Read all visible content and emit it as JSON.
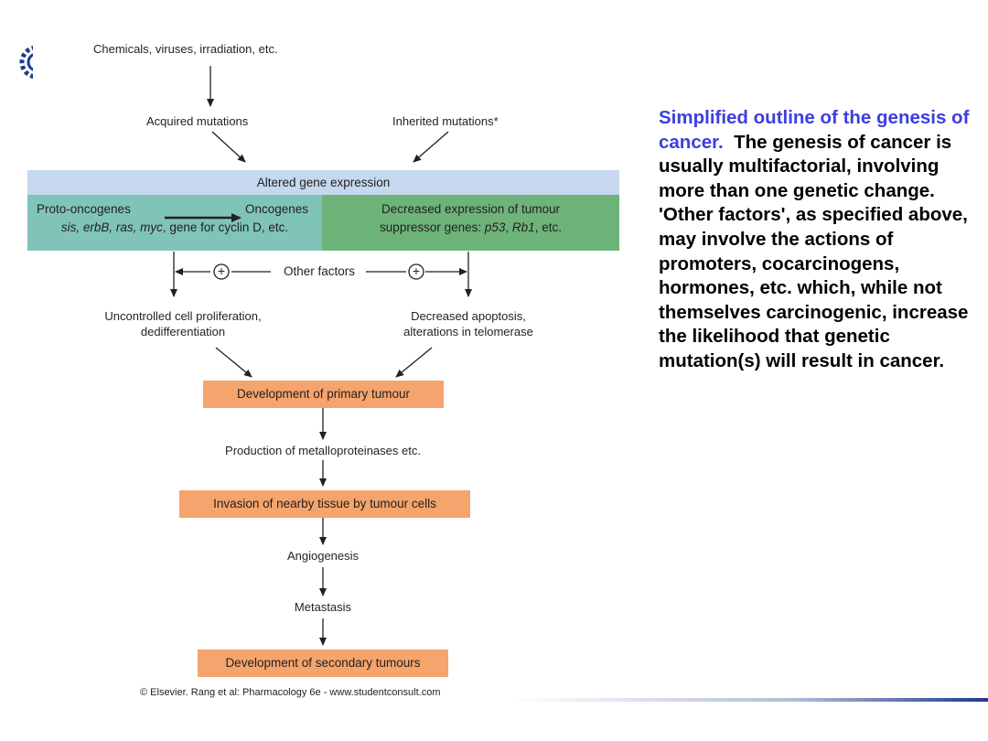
{
  "diagram": {
    "top_label": "Chemicals, viruses, irradiation, etc.",
    "acquired": "Acquired mutations",
    "inherited": "Inherited mutations*",
    "altered": "Altered gene expression",
    "proto": "Proto-oncogenes",
    "onco": "Oncogenes",
    "proto_examples_italic": "sis, erbB, ras, myc",
    "proto_examples_rest": ", gene for cyclin D, etc.",
    "suppressor_line1": "Decreased expression of tumour",
    "suppressor_line2_pre": "suppressor genes: ",
    "suppressor_p53": "p53",
    "suppressor_sep": ", ",
    "suppressor_rb1": "Rb1",
    "suppressor_line2_post": ", etc.",
    "plus_symbol": "+",
    "other_factors": "Other factors",
    "uncontrolled_1": "Uncontrolled cell proliferation,",
    "uncontrolled_2": "dedifferentiation",
    "apoptosis_1": "Decreased apoptosis,",
    "apoptosis_2": "alterations in telomerase",
    "primary": "Development of primary tumour",
    "metallo": "Production of metalloproteinases etc.",
    "invasion": "Invasion of nearby tissue by tumour cells",
    "angio": "Angiogenesis",
    "metastasis": "Metastasis",
    "secondary": "Development of secondary tumours"
  },
  "caption": {
    "title": "Simplified outline of the genesis of cancer.",
    "body": "The genesis of cancer is usually multifactorial, involving more than one genetic change. 'Other factors', as specified above, may involve the actions of promoters, cocarcinogens, hormones, etc. which, while not themselves carcinogenic, increase the likelihood that genetic mutation(s) will result in cancer."
  },
  "credit": "© Elsevier. Rang et al: Pharmacology 6e - www.studentconsult.com",
  "colors": {
    "altered_band": "#c5d8ee",
    "oncogene_band": "#7fc3b9",
    "suppressor_band": "#6db37a",
    "tumour_box": "#f4a46c",
    "caption_highlight": "#3d3de0"
  },
  "icons": {
    "logo": "gear-logo-icon"
  }
}
